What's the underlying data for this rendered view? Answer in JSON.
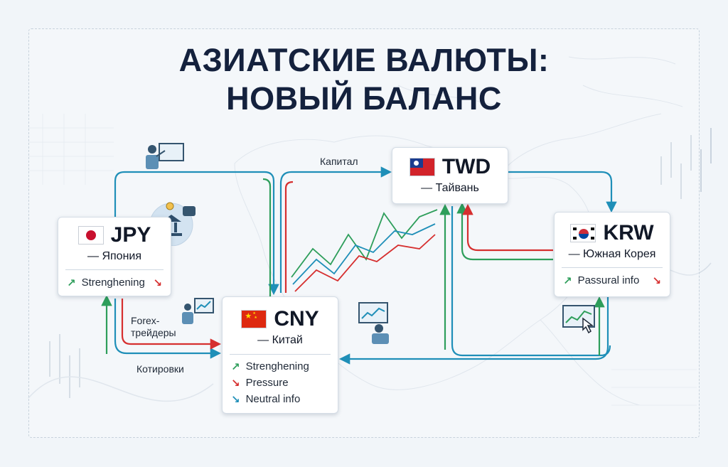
{
  "title": {
    "line1": "АЗИАТСКИЕ ВАЛЮТЫ:",
    "line2": "НОВЫЙ БАЛАНС"
  },
  "colors": {
    "teal_flow": "#1f8fb8",
    "green_flow": "#2e9e5b",
    "red_flow": "#d62f2f",
    "title": "#14213d",
    "up": "#2e9e5b",
    "down": "#d62f2f",
    "neutral": "#1f8fb8"
  },
  "cards": {
    "jpy": {
      "code": "JPY",
      "country": "— Япония",
      "flag_icon": "japan-flag-icon",
      "rows": [
        {
          "label": "Strenghening",
          "left_icon": "arrow-up-green-icon",
          "right_icon": "arrow-down-red-icon"
        }
      ]
    },
    "twd": {
      "code": "TWD",
      "country": "— Тайвань",
      "flag_icon": "taiwan-flag-icon"
    },
    "krw": {
      "code": "KRW",
      "country": "— Южная Корея",
      "flag_icon": "south-korea-flag-icon",
      "rows": [
        {
          "label": "Passural info",
          "left_icon": "arrow-up-green-icon",
          "right_icon": "arrow-down-red-icon"
        }
      ]
    },
    "cny": {
      "code": "CNY",
      "country": "— Китай",
      "flag_icon": "china-flag-icon",
      "rows": [
        {
          "label": "Strenghening",
          "icon": "arrow-up-green-icon"
        },
        {
          "label": "Pressure",
          "icon": "arrow-down-red-icon"
        },
        {
          "label": "Neutral info",
          "icon": "arrow-down-teal-icon"
        }
      ]
    }
  },
  "edge_labels": {
    "capital": "Капитал",
    "forex_line1": "Forex-",
    "forex_line2": "трейдеры",
    "quotes": "Котировки"
  },
  "icons": [
    "presenter-icon",
    "central-bank-icon",
    "analyst-chart-icon",
    "trader-screen-icon",
    "touch-chart-icon",
    "world-map-icon",
    "candlestick-icon"
  ]
}
